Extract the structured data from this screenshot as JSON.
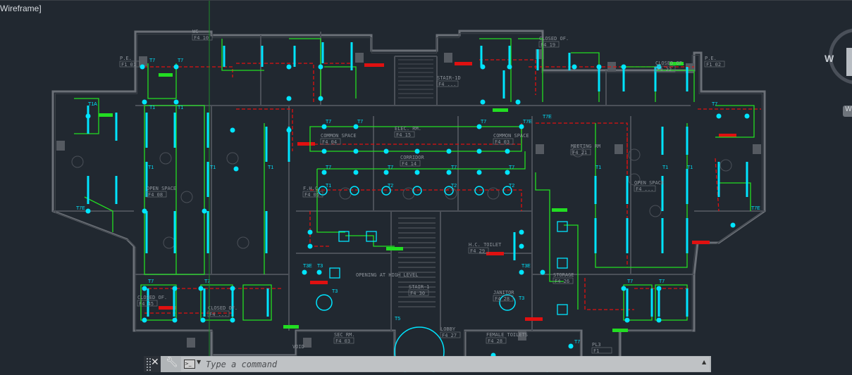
{
  "viewport": {
    "label": "Wireframe]"
  },
  "viewcube": {
    "direction": "W",
    "wcs_label": "W"
  },
  "command_line": {
    "placeholder": "Type a command",
    "close_icon": "close-icon",
    "customize_icon": "wrench-icon",
    "history_icon": "chevron-up-icon"
  },
  "colors": {
    "background": "#212830",
    "lighting_fixture": "#00e5ff",
    "circuit_green": "#22dd22",
    "emergency_red": "#e01010",
    "architecture_gray": "#6b7077"
  },
  "rooms": [
    {
      "name": "WC",
      "tag": "F4 10"
    },
    {
      "name": "P.E.",
      "tag": "F1 01"
    },
    {
      "name": "CLOSED OF.",
      "tag": "F4 19"
    },
    {
      "name": "CLOSED OF.",
      "tag": "F4 22"
    },
    {
      "name": "P.E.",
      "tag": "F1 02"
    },
    {
      "name": "STAIR-1D",
      "tag": "F4 ..."
    },
    {
      "name": "ELEC. RM.",
      "tag": "F4 15"
    },
    {
      "name": "COMMON SPACE",
      "tag": "F4 04"
    },
    {
      "name": "COMMON SPACE",
      "tag": "F4 03"
    },
    {
      "name": "CORRIDOR",
      "tag": "F4 14"
    },
    {
      "name": "OPEN SPACE",
      "tag": "F4 08"
    },
    {
      "name": "OPEN SPACE",
      "tag": "F4 ..."
    },
    {
      "name": "F.H.C.",
      "tag": "F4 05"
    },
    {
      "name": "MEETING RM",
      "tag": "F4 21"
    },
    {
      "name": "STORAGE",
      "tag": "F4 26"
    },
    {
      "name": "H.C. TOILET",
      "tag": "F4 29"
    },
    {
      "name": "OPENING AT HIGH LEVEL",
      "tag": ""
    },
    {
      "name": "STAIR-1",
      "tag": "F4 30"
    },
    {
      "name": "JANITOR",
      "tag": "F4 28"
    },
    {
      "name": "LOBBY",
      "tag": "F4 27"
    },
    {
      "name": "FEMALE TOILETS",
      "tag": "F4 28"
    },
    {
      "name": "SEC RM.",
      "tag": "F4 03"
    },
    {
      "name": "CLOSED OF.",
      "tag": "F4 45"
    },
    {
      "name": "CLOSED OF.",
      "tag": "F4 ..."
    },
    {
      "name": "PL3",
      "tag": "F1"
    },
    {
      "name": "VOID",
      "tag": ""
    }
  ],
  "fixture_types": [
    "T1",
    "T2",
    "T3",
    "T5",
    "T7",
    "T7E",
    "T3E"
  ]
}
